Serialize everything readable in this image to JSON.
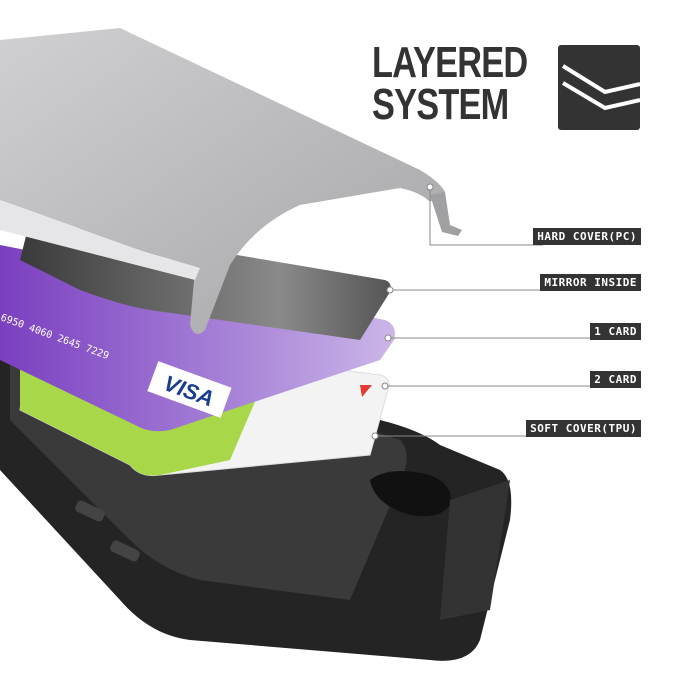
{
  "headline": {
    "line1": "LAYERED",
    "line2": "SYSTEM",
    "icon": "layers-icon"
  },
  "callouts": [
    {
      "label": "HARD COVER(PC)"
    },
    {
      "label": "MIRROR INSIDE"
    },
    {
      "label": "1 CARD"
    },
    {
      "label": "2 CARD"
    },
    {
      "label": "SOFT COVER(TPU)"
    }
  ],
  "card": {
    "brand": "VISA",
    "number": "6950 4060 2645 7229"
  },
  "colors": {
    "label_bg": "#333333",
    "hard_cover": "#b4b4b6",
    "soft_cover": "#2a2a2a",
    "card1": "#8b4fc9",
    "card2": "#a8d84a"
  }
}
